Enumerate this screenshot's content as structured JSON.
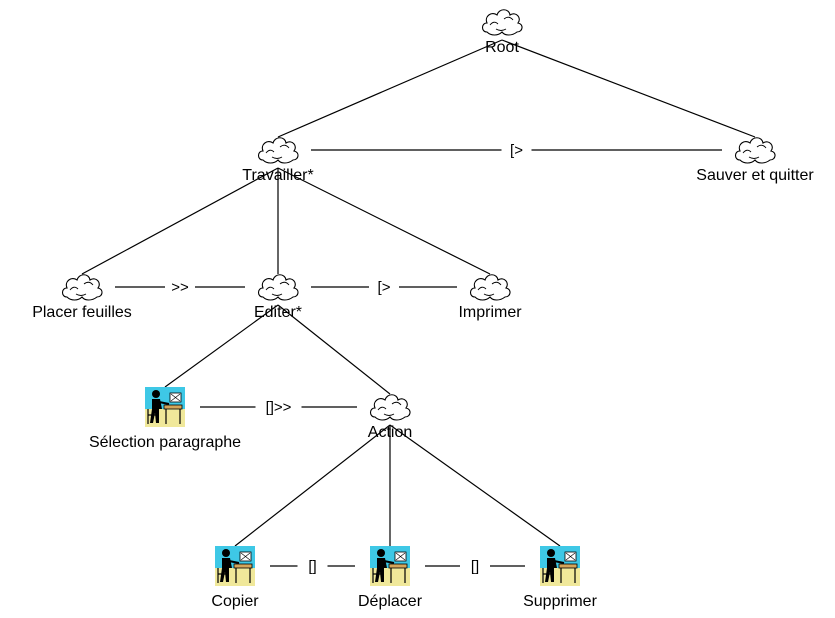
{
  "diagram": {
    "nodes": [
      {
        "id": "root",
        "label": "Root",
        "kind": "abstract-task",
        "icon": "cloud-icon"
      },
      {
        "id": "travailler",
        "label": "Travailler*",
        "kind": "abstract-task",
        "icon": "cloud-icon"
      },
      {
        "id": "sauver",
        "label": "Sauver et quitter",
        "kind": "abstract-task",
        "icon": "cloud-icon"
      },
      {
        "id": "placer",
        "label": "Placer feuilles",
        "kind": "abstract-task",
        "icon": "cloud-icon"
      },
      {
        "id": "editer",
        "label": "Editer*",
        "kind": "abstract-task",
        "icon": "cloud-icon"
      },
      {
        "id": "imprimer",
        "label": "Imprimer",
        "kind": "abstract-task",
        "icon": "cloud-icon"
      },
      {
        "id": "selection",
        "label": "Sélection paragraphe",
        "kind": "user-task",
        "icon": "user-at-desk-icon"
      },
      {
        "id": "action",
        "label": "Action",
        "kind": "abstract-task",
        "icon": "cloud-icon"
      },
      {
        "id": "copier",
        "label": "Copier",
        "kind": "user-task",
        "icon": "user-at-desk-icon"
      },
      {
        "id": "deplacer",
        "label": "Déplacer",
        "kind": "user-task",
        "icon": "user-at-desk-icon"
      },
      {
        "id": "supprimer",
        "label": "Supprimer",
        "kind": "user-task",
        "icon": "user-at-desk-icon"
      }
    ],
    "tree_edges": [
      {
        "parent": "root",
        "child": "travailler"
      },
      {
        "parent": "root",
        "child": "sauver"
      },
      {
        "parent": "travailler",
        "child": "placer"
      },
      {
        "parent": "travailler",
        "child": "editer"
      },
      {
        "parent": "travailler",
        "child": "imprimer"
      },
      {
        "parent": "editer",
        "child": "selection"
      },
      {
        "parent": "editer",
        "child": "action"
      },
      {
        "parent": "action",
        "child": "copier"
      },
      {
        "parent": "action",
        "child": "deplacer"
      },
      {
        "parent": "action",
        "child": "supprimer"
      }
    ],
    "operators": [
      {
        "from": "travailler",
        "to": "sauver",
        "label": "[>"
      },
      {
        "from": "placer",
        "to": "editer",
        "label": ">>"
      },
      {
        "from": "editer",
        "to": "imprimer",
        "label": "[>"
      },
      {
        "from": "selection",
        "to": "action",
        "label": "[]>>"
      },
      {
        "from": "copier",
        "to": "deplacer",
        "label": "[]"
      },
      {
        "from": "deplacer",
        "to": "supprimer",
        "label": "[]"
      }
    ],
    "colors": {
      "line": "#000000",
      "background": "#ffffff",
      "user_icon_sky": "#3ec8e6",
      "user_icon_floor": "#f0e89a",
      "user_icon_desk": "#d4a55a"
    }
  }
}
